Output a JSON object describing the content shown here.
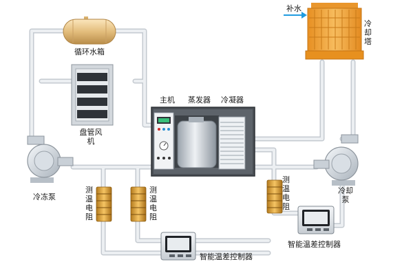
{
  "labels": {
    "water_tank": "循环水箱",
    "fan_coil": "盘管风机",
    "host": "主机",
    "evaporator": "蒸发器",
    "condenser": "冷凝器",
    "makeup_water": "补水",
    "cooling_tower": "冷却塔",
    "chilled_pump": "冷冻泵",
    "cooling_pump": "冷却泵",
    "sensor_1": "测温电阻",
    "sensor_2": "测温电阻",
    "sensor_3": "测温电阻",
    "controller_1": "智能温差控制器",
    "controller_2": "智能温差控制器"
  },
  "colors": {
    "pipe": "#e6e9ec",
    "pipe_edge": "#c9ced4",
    "tank": "#e7c88f",
    "tower": "#f0a640",
    "arrow": "#1f9be0",
    "sensor": "#e0a43a"
  }
}
